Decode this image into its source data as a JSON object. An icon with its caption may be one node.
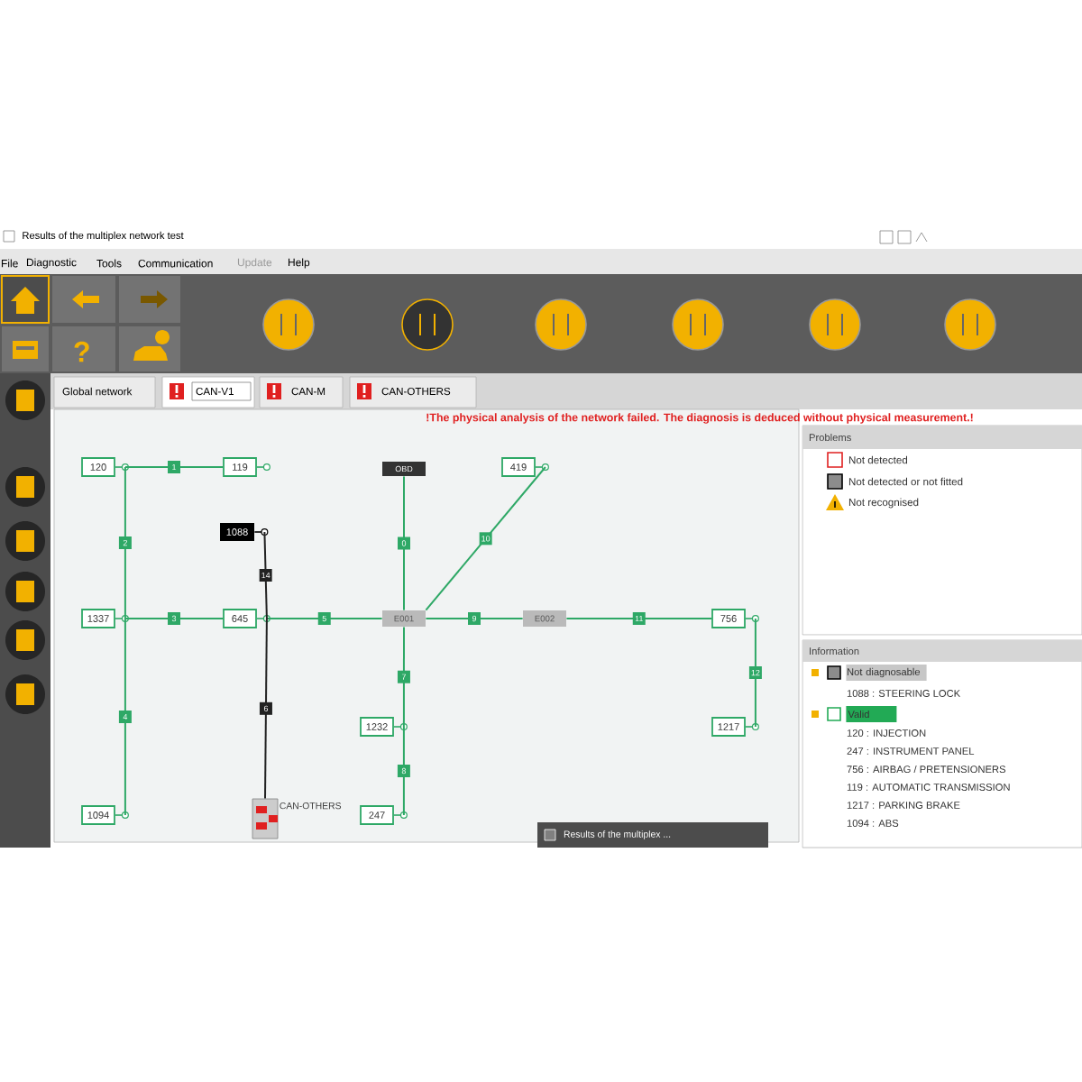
{
  "diagram": {
    "title": "Results of the multiplex network test",
    "nodes": [
      {
        "text": [
          "120"
        ]
      },
      {
        "text": [
          "119"
        ]
      },
      {
        "text": [
          "1088"
        ]
      },
      {
        "text": [
          "OBD"
        ]
      },
      {
        "text": [
          "419"
        ]
      },
      {
        "text": [
          "1337"
        ]
      },
      {
        "text": [
          "645"
        ]
      },
      {
        "text": [
          "E001"
        ]
      },
      {
        "text": [
          "E002"
        ]
      },
      {
        "text": [
          "756"
        ]
      },
      {
        "text": [
          "1232"
        ]
      },
      {
        "text": [
          "1217"
        ]
      },
      {
        "text": [
          "1094"
        ]
      },
      {
        "text": [
          "247"
        ]
      },
      {
        "text": [
          "CAN-OTHERS"
        ]
      }
    ],
    "edges": [
      {
        "from": 3,
        "to": 7,
        "arrow": "none",
        "label": "0"
      },
      {
        "from": 0,
        "to": 1,
        "arrow": "none",
        "label": "1"
      },
      {
        "from": 0,
        "to": 5,
        "arrow": "none",
        "label": "2"
      },
      {
        "from": 5,
        "to": 6,
        "arrow": "none",
        "label": "3"
      },
      {
        "from": 5,
        "to": 12,
        "arrow": "none",
        "label": "4"
      },
      {
        "from": 6,
        "to": 7,
        "arrow": "none",
        "label": "5"
      },
      {
        "from": 6,
        "to": 14,
        "arrow": "none",
        "label": "6",
        "color": "#222222"
      },
      {
        "from": 7,
        "to": 10,
        "arrow": "none",
        "label": "7"
      },
      {
        "from": 10,
        "to": 13,
        "arrow": "none",
        "label": "8"
      },
      {
        "from": 7,
        "to": 8,
        "arrow": "none",
        "label": "9"
      },
      {
        "from": 7,
        "to": 4,
        "arrow": "none",
        "label": "10"
      },
      {
        "from": 8,
        "to": 9,
        "arrow": "none",
        "label": "11"
      },
      {
        "from": 9,
        "to": 11,
        "arrow": "none",
        "label": "12"
      },
      {
        "from": 2,
        "to": 6,
        "arrow": "none",
        "label": "14",
        "color": "#222222"
      }
    ],
    "labels": [
      "File",
      "Diagnostic",
      "Tools",
      "Communication",
      "Update",
      "Help",
      "?",
      "Global network",
      "CAN-V1",
      "CAN-M",
      "CAN-OTHERS",
      "!The physical analysis of the network failed.  The diagnosis is deduced without physical measurement.!",
      "Problems",
      "Information",
      "Not diagnosable",
      "1088 : STEERING LOCK",
      "Valid",
      "120 : INJECTION",
      "247 : INSTRUMENT PANEL",
      "756 : AIRBAG / PRETENSIONERS",
      "119 : AUTOMATIC TRANSMISSION",
      "1217 : PARKING BRAKE",
      "1094 : ABS",
      "Results of the multiplex ..."
    ],
    "legend": [
      {
        "text": "Not detected"
      },
      {
        "text": "Not detected or not fitted"
      },
      {
        "text": "Not recognised"
      }
    ]
  }
}
